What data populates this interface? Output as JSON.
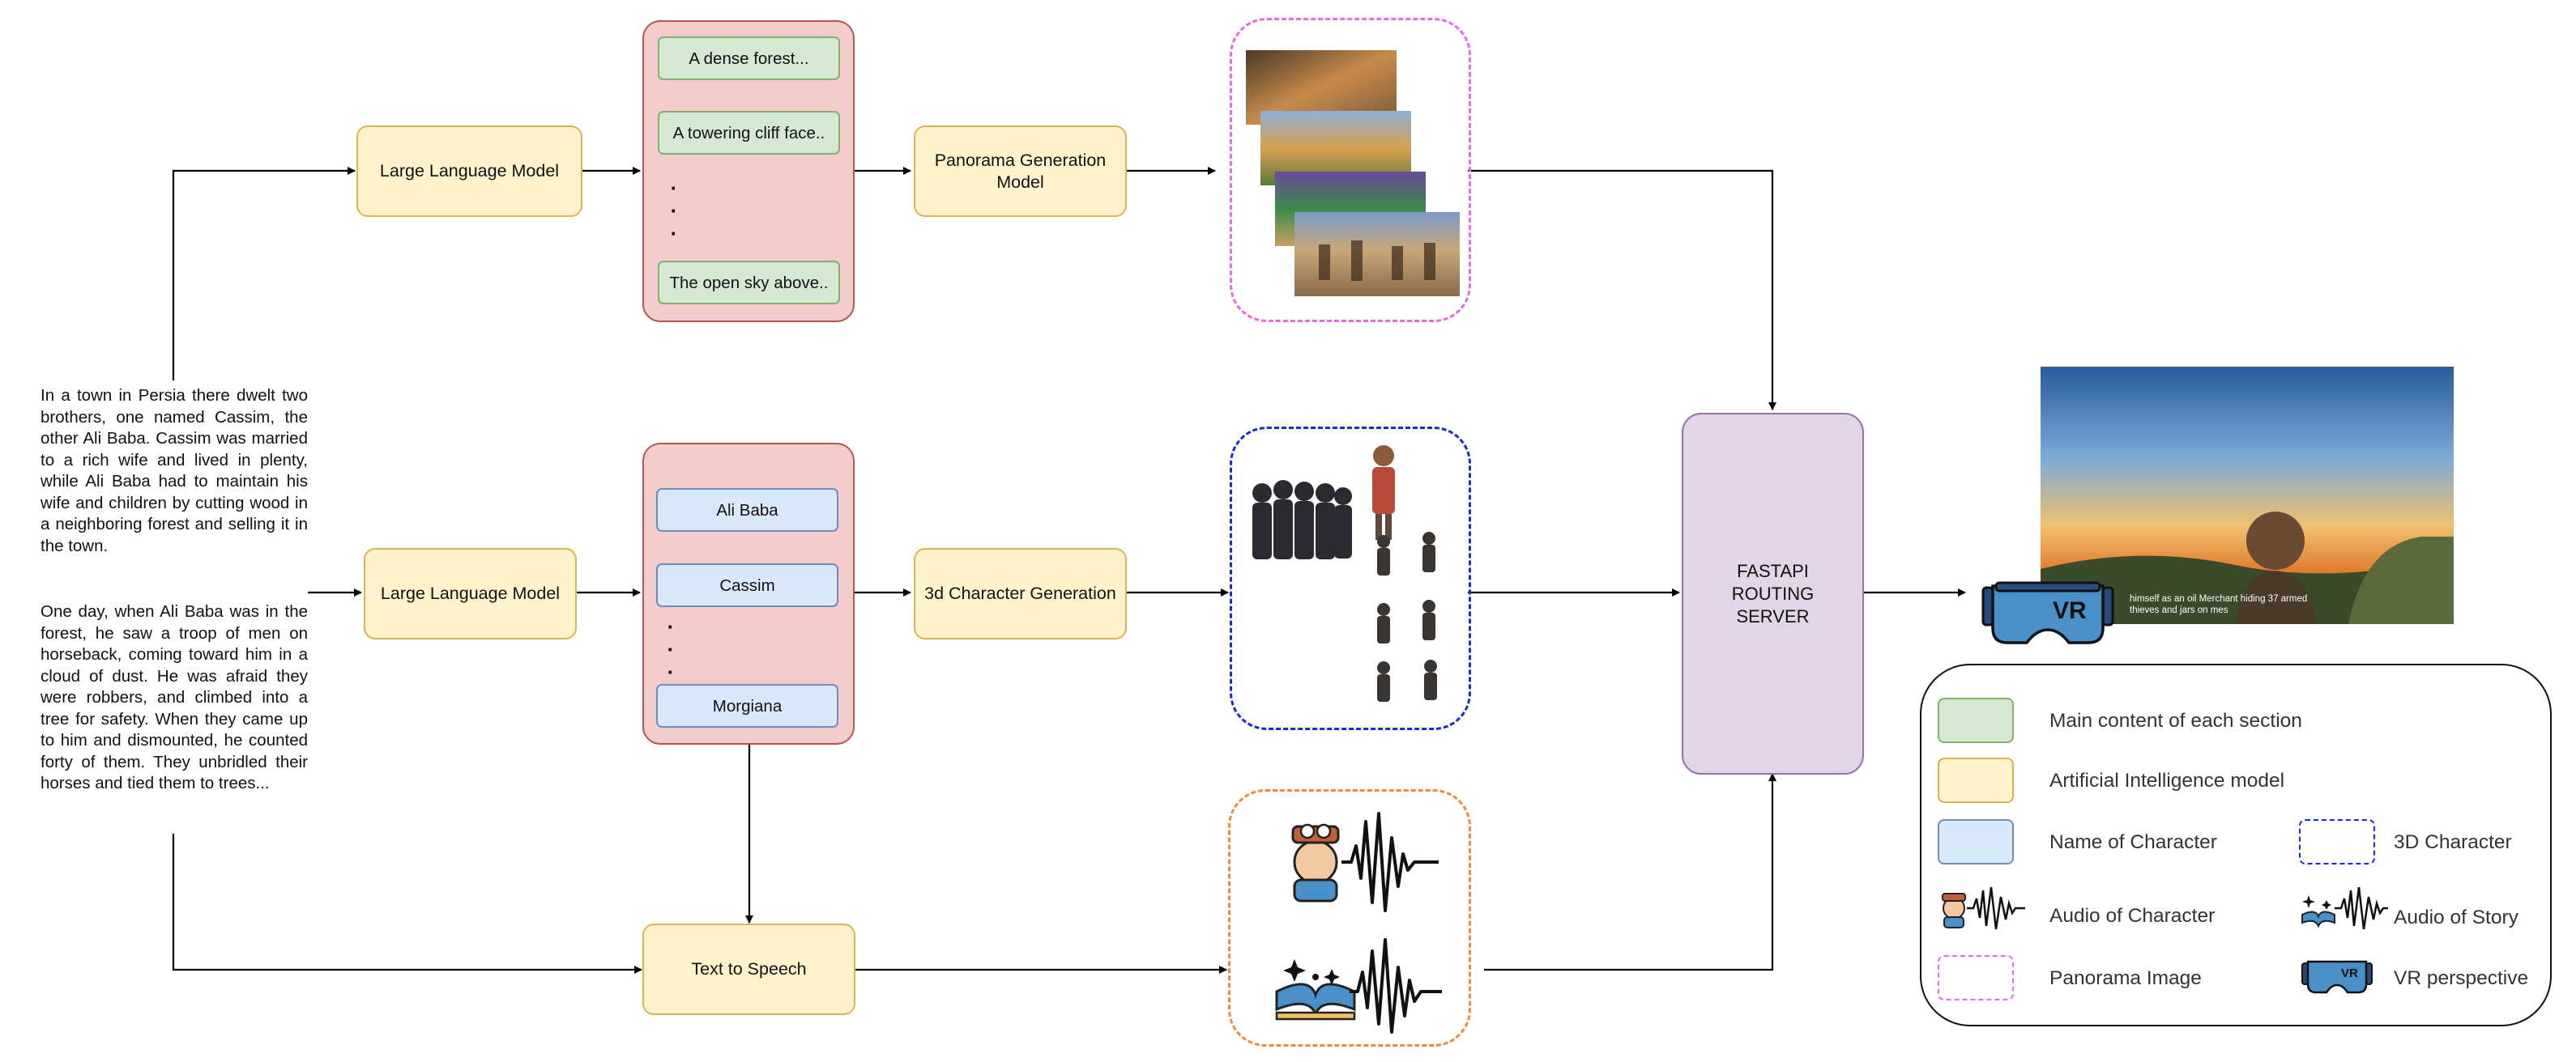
{
  "story": {
    "paragraph1": "In a town in Persia there dwelt two brothers, one named Cassim, the other Ali Baba. Cassim was married to a rich wife and lived in plenty, while Ali Baba had to maintain his wife and children by cutting wood in a neighboring forest and selling it in the town.",
    "paragraph2": "One day, when Ali Baba was in the forest, he saw a troop of men on horseback, coming toward him in a cloud of dust. He was afraid they were robbers, and climbed into a tree for safety. When they came up to him and dismounted, he counted forty of them. They unbridled their horses and tied them to trees..."
  },
  "nodes": {
    "llm_top": "Large Language Model",
    "llm_middle": "Large Language Model",
    "panorama_generation": "Panorama Generation Model",
    "character_generation": "3d Character Generation",
    "tts": "Text to Speech",
    "server": "FASTAPI ROUTING SERVER"
  },
  "scene_descriptions": [
    "A dense forest...",
    "A towering cliff face..",
    "The open sky above.."
  ],
  "character_names": [
    "Ali Baba",
    "Cassim",
    "Morgiana"
  ],
  "vr_frame": {
    "subtitle": "himself as an oil Merchant hiding 37 armed thieves and jars on mes",
    "headset_label": "VR"
  },
  "legend": {
    "main_content": "Main content of each section",
    "ai_model": "Artificial Intelligence model",
    "character_name": "Name of Character",
    "character_3d": "3D Character",
    "character_audio": "Audio of Character",
    "story_audio": "Audio of Story",
    "panorama": "Panorama Image",
    "vr": "VR perspective",
    "vr_badge": "VR"
  },
  "colors": {
    "content_fill": "#d5e8d4",
    "ai_fill": "#fff2cc",
    "name_fill": "#dae8fc",
    "group_fill": "#f4cccc",
    "server_fill": "#e1d5e7",
    "panorama_border": "#e36de3",
    "character_border": "#1a2bd6",
    "audio_border": "#f08a3a",
    "vr_headset": "#4a90c8"
  }
}
